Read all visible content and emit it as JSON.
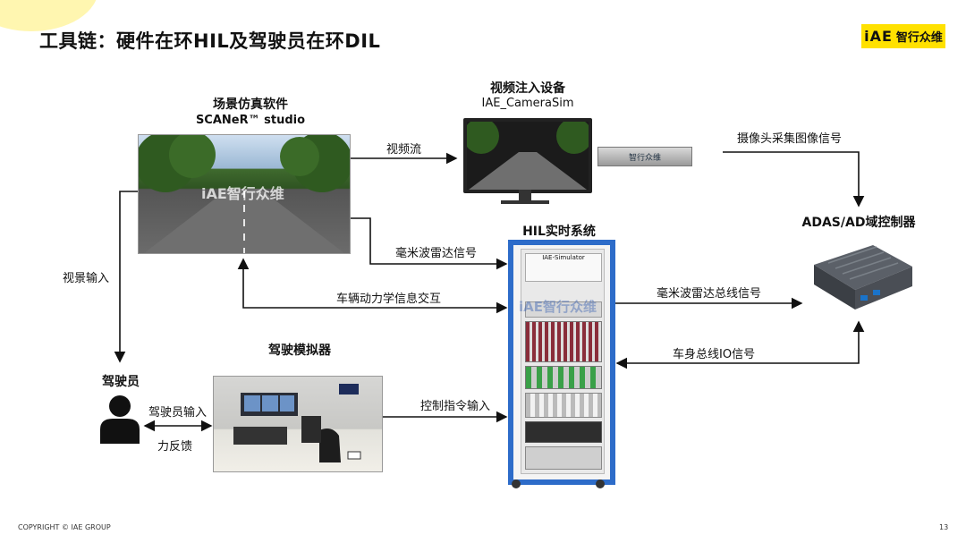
{
  "slide": {
    "title": "工具链：硬件在环HIL及驾驶员在环DIL",
    "logo_brand": "iAE",
    "logo_text": "智行众维",
    "copyright": "COPYRIGHT © IAE GROUP",
    "page_number": "13"
  },
  "nodes": {
    "scene_software": {
      "title": "场景仿真软件",
      "subtitle": "SCANeR™ studio",
      "watermark": "iAE智行众维"
    },
    "video_device": {
      "title": "视频注入设备",
      "subtitle": "IAE_CameraSim",
      "device_label": "智行众维"
    },
    "hil": {
      "title": "HIL实时系统",
      "rack_label": "IAE-Simulator",
      "watermark": "iAE智行众维"
    },
    "adas": {
      "title": "ADAS/AD域控制器"
    },
    "driver": {
      "title": "驾驶员"
    },
    "driving_sim": {
      "title": "驾驶模拟器"
    }
  },
  "edges": {
    "video_stream": "视频流",
    "camera_signal": "摄像头采集图像信号",
    "radar_signal": "毫米波雷达信号",
    "vehicle_dynamics": "车辆动力学信息交互",
    "radar_bus": "毫米波雷达总线信号",
    "body_bus": "车身总线IO信号",
    "view_input": "视景输入",
    "driver_input": "驾驶员输入",
    "force_feedback": "力反馈",
    "control_input": "控制指令输入"
  },
  "colors": {
    "accent_blue": "#2d6cc9",
    "logo_yellow": "#ffe100",
    "line": "#111111"
  }
}
